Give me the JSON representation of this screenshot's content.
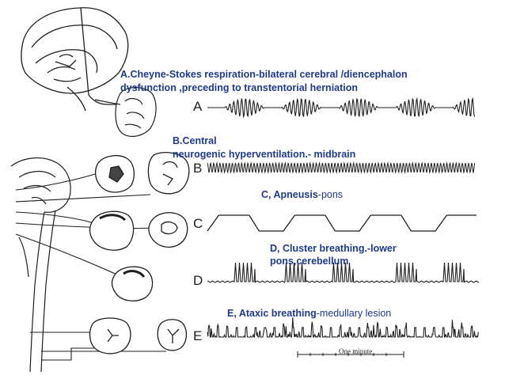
{
  "captions": {
    "a_line1": "A.Cheyne-Stokes respiration-bilateral cerebral /diencephalon",
    "a_line2": "dysfunction   ,preceding  to transtentorial herniation",
    "b_line1": "B.Central",
    "b_line2": "neurogenic hyperventilation.- midbrain",
    "c_bold": "C, Apneusis",
    "c_rest": "-pons",
    "d_line1": "D, Cluster breathing.-lower",
    "d_line2": "pons,cerebellum",
    "e_bold": "E, Ataxic breathing",
    "e_rest": "-medullary lesion"
  },
  "row_labels": {
    "a": "A",
    "b": "B",
    "c": "C",
    "d": "D",
    "e": "E"
  },
  "time_scale_label": "One  minute",
  "colors": {
    "caption": "#1f3a8a",
    "ink": "#1e1e1e"
  }
}
